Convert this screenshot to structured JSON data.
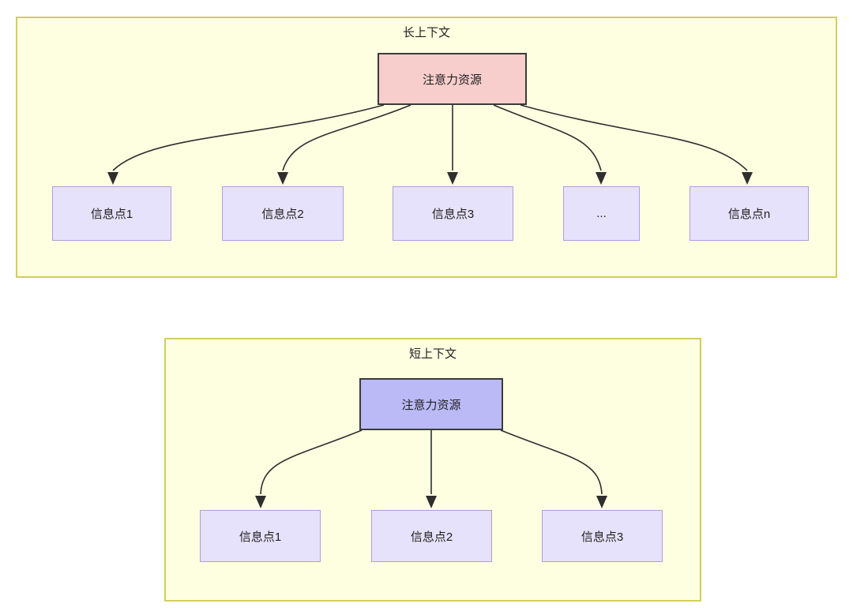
{
  "diagram": {
    "type": "tree-comparison-diagram",
    "background_color": "#FFFFFF",
    "sections": [
      {
        "id": "long-context",
        "title": "长上下文",
        "container_color": "#FEFFE1",
        "container_border_color": "#CFCF5C",
        "root": {
          "label": "注意力资源",
          "fill": "#F8CECC",
          "border": "#3B3B3B"
        },
        "leaves": [
          {
            "label": "信息点1"
          },
          {
            "label": "信息点2"
          },
          {
            "label": "信息点3"
          },
          {
            "label": "..."
          },
          {
            "label": "信息点n"
          }
        ],
        "leaf_fill": "#E7E2FB",
        "leaf_border": "#B29AE0"
      },
      {
        "id": "short-context",
        "title": "短上下文",
        "container_color": "#FEFFE1",
        "container_border_color": "#CFCF5C",
        "root": {
          "label": "注意力资源",
          "fill": "#BBBAF7",
          "border": "#3B3B3B"
        },
        "leaves": [
          {
            "label": "信息点1"
          },
          {
            "label": "信息点2"
          },
          {
            "label": "信息点3"
          }
        ],
        "leaf_fill": "#E7E2FB",
        "leaf_border": "#B29AE0"
      }
    ],
    "edge_color": "#2E2E2E"
  }
}
